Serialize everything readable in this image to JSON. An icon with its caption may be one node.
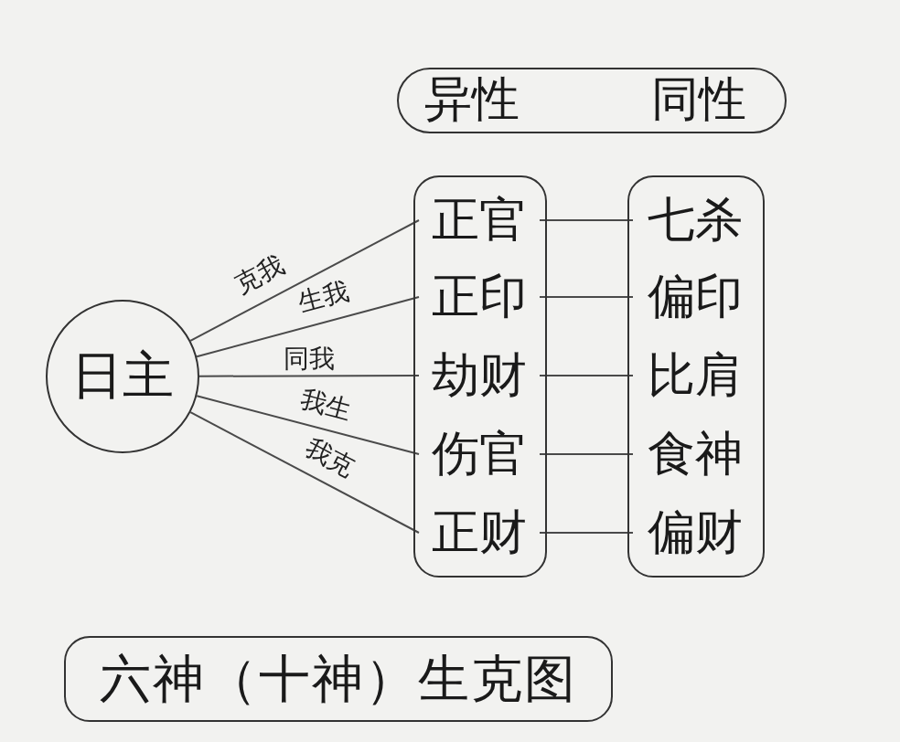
{
  "diagram": {
    "title": "六神（十神）生克图",
    "nodes": [
      {
        "text": [
          "异性",
          "同性"
        ]
      },
      {
        "text": [
          "日主"
        ]
      },
      {
        "text": [],
        "shape": "box"
      },
      {
        "text": [
          "正官"
        ],
        "in": 2
      },
      {
        "text": [
          "正印"
        ],
        "in": 2
      },
      {
        "text": [
          "劫财"
        ],
        "in": 2
      },
      {
        "text": [
          "伤官"
        ],
        "in": 2
      },
      {
        "text": [
          "正财"
        ],
        "in": 2
      },
      {
        "text": [],
        "shape": "box"
      },
      {
        "text": [
          "七杀"
        ],
        "in": 8
      },
      {
        "text": [
          "偏印"
        ],
        "in": 8
      },
      {
        "text": [
          "比肩"
        ],
        "in": 8
      },
      {
        "text": [
          "食神"
        ],
        "in": 8
      },
      {
        "text": [
          "偏财"
        ],
        "in": 8
      }
    ],
    "edges": [
      {
        "from": 1,
        "to": 3,
        "arrow": "none",
        "label": "克我"
      },
      {
        "from": 1,
        "to": 4,
        "arrow": "none",
        "label": "生我"
      },
      {
        "from": 1,
        "to": 5,
        "arrow": "none",
        "label": "同我"
      },
      {
        "from": 1,
        "to": 6,
        "arrow": "none",
        "label": "我生"
      },
      {
        "from": 1,
        "to": 7,
        "arrow": "none",
        "label": "我克"
      },
      {
        "from": 3,
        "to": 9,
        "arrow": "none"
      },
      {
        "from": 4,
        "to": 10,
        "arrow": "none"
      },
      {
        "from": 5,
        "to": 11,
        "arrow": "none"
      },
      {
        "from": 6,
        "to": 12,
        "arrow": "none"
      },
      {
        "from": 7,
        "to": 13,
        "arrow": "none"
      }
    ]
  }
}
